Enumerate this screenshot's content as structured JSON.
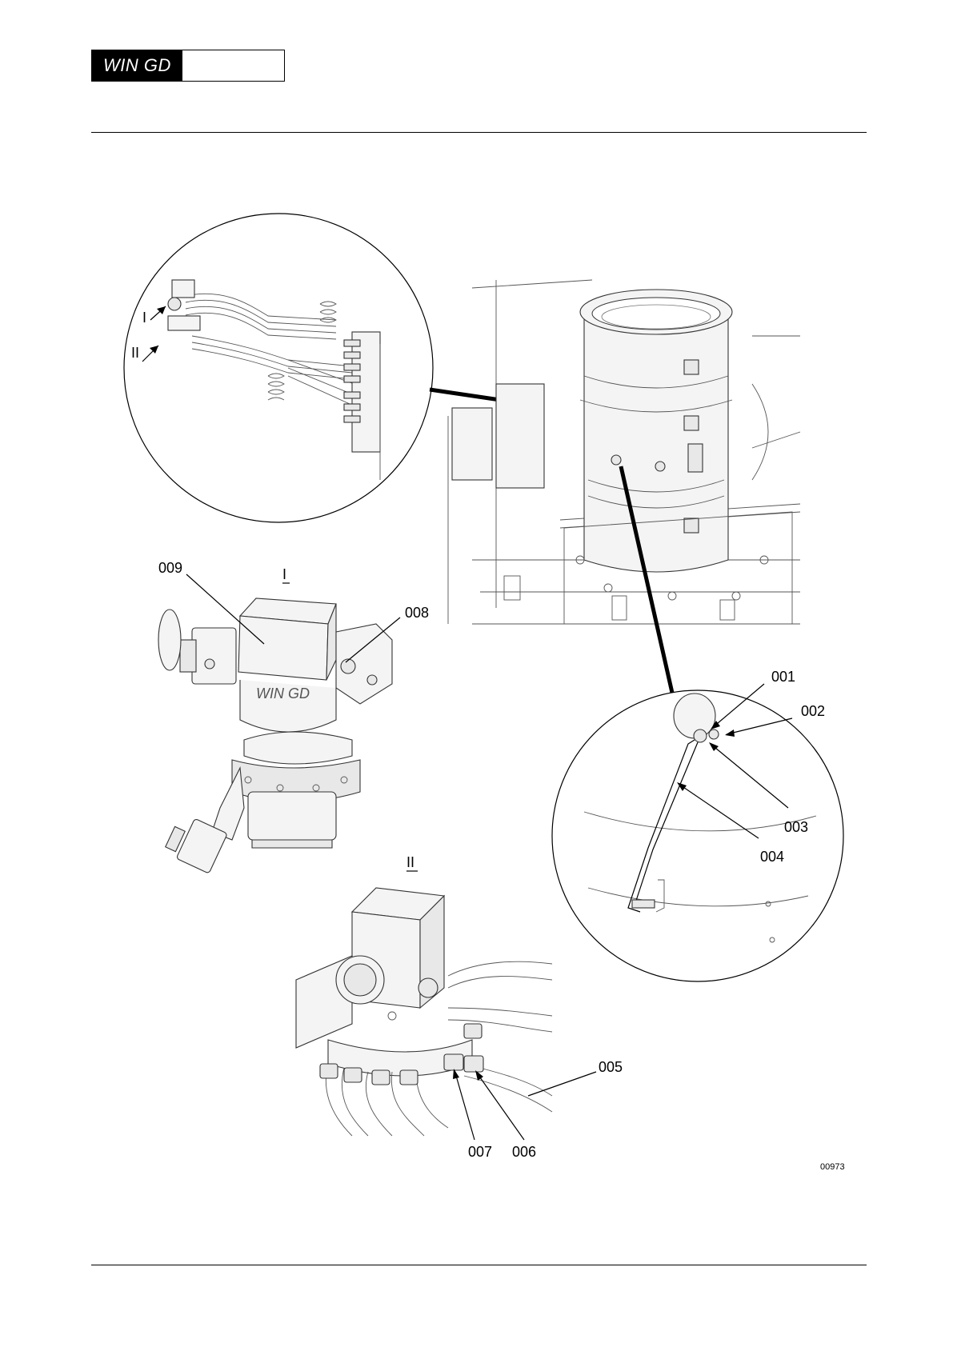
{
  "header": {
    "logo_text": "WIN GD",
    "logo_box_text": ""
  },
  "figure": {
    "views": {
      "view_i": "I",
      "view_ii": "II"
    },
    "detail_arrows": {
      "arrow_i": "I",
      "arrow_ii": "II"
    },
    "callouts": {
      "c001": "001",
      "c002": "002",
      "c003": "003",
      "c004": "004",
      "c005": "005",
      "c006": "006",
      "c007": "007",
      "c008": "008",
      "c009": "009"
    },
    "figure_id": "00973"
  }
}
